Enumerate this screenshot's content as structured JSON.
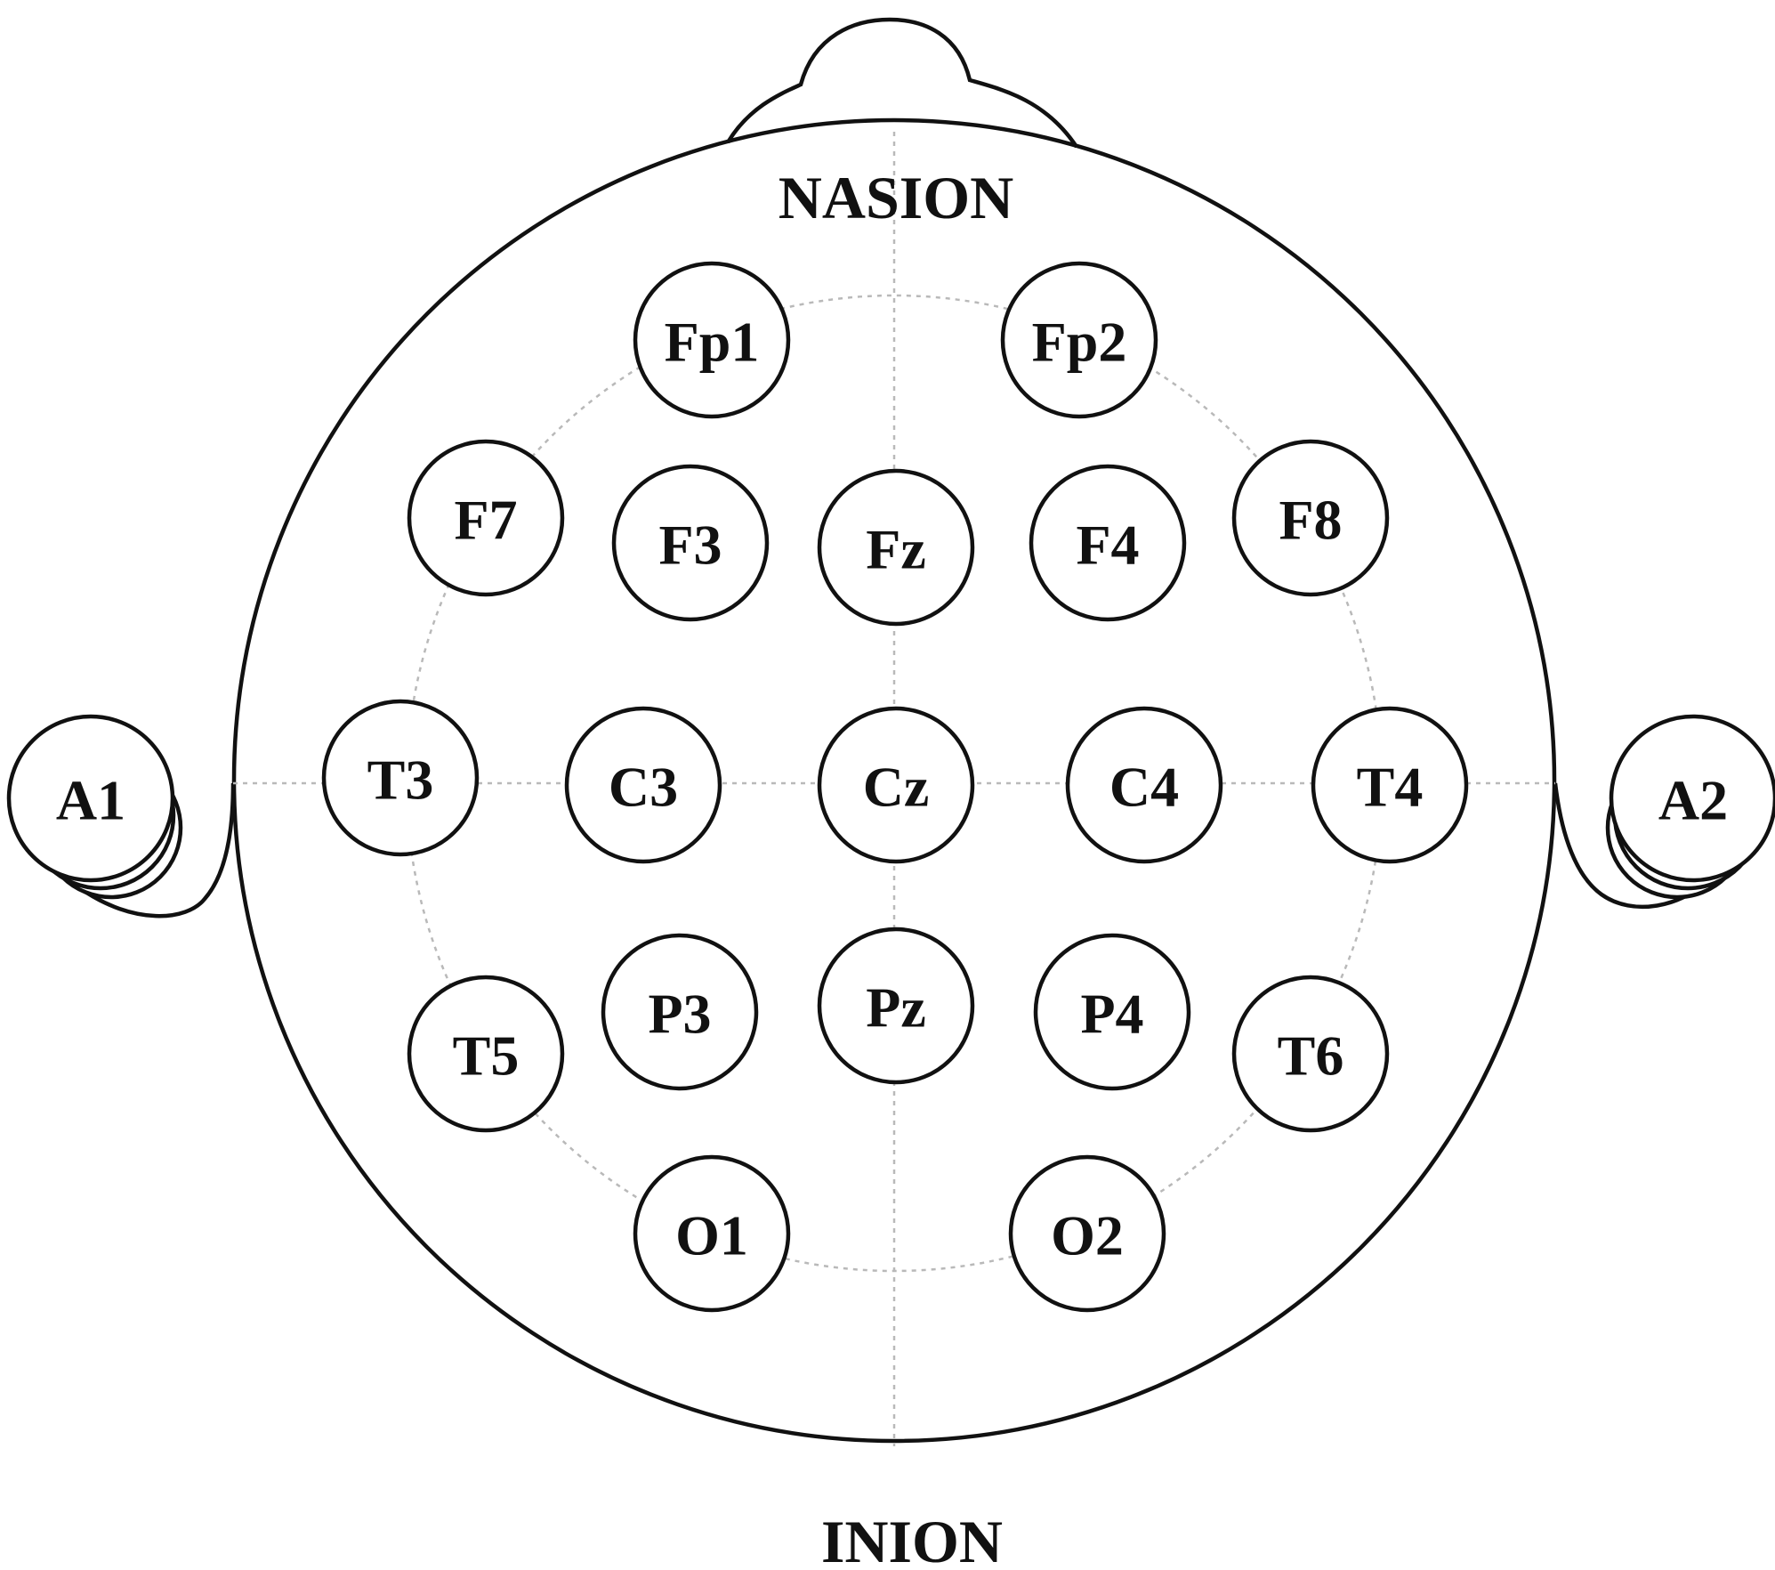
{
  "landmarks": {
    "nasion": "NASION",
    "inion": "INION"
  },
  "electrodes": [
    {
      "id": "fp1",
      "label": "Fp1"
    },
    {
      "id": "fp2",
      "label": "Fp2"
    },
    {
      "id": "f7",
      "label": "F7"
    },
    {
      "id": "f3",
      "label": "F3"
    },
    {
      "id": "fz",
      "label": "Fz"
    },
    {
      "id": "f4",
      "label": "F4"
    },
    {
      "id": "f8",
      "label": "F8"
    },
    {
      "id": "t3",
      "label": "T3"
    },
    {
      "id": "c3",
      "label": "C3"
    },
    {
      "id": "cz",
      "label": "Cz"
    },
    {
      "id": "c4",
      "label": "C4"
    },
    {
      "id": "t4",
      "label": "T4"
    },
    {
      "id": "t5",
      "label": "T5"
    },
    {
      "id": "p3",
      "label": "P3"
    },
    {
      "id": "pz",
      "label": "Pz"
    },
    {
      "id": "p4",
      "label": "P4"
    },
    {
      "id": "t6",
      "label": "T6"
    },
    {
      "id": "o1",
      "label": "O1"
    },
    {
      "id": "o2",
      "label": "O2"
    },
    {
      "id": "a1",
      "label": "A1"
    },
    {
      "id": "a2",
      "label": "A2"
    }
  ]
}
